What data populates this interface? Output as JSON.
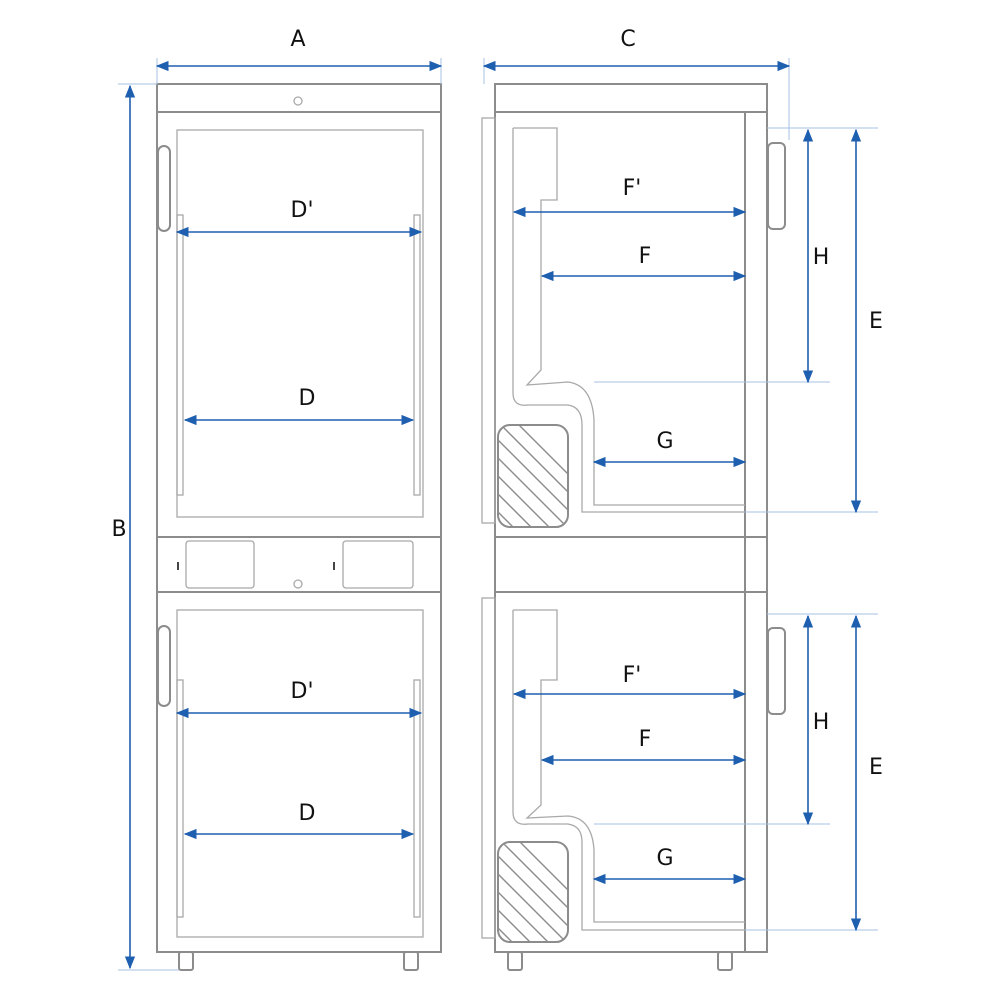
{
  "labels": {
    "A": "A",
    "B": "B",
    "C": "C",
    "D_prime_top": "D'",
    "D_top": "D",
    "D_prime_bottom": "D'",
    "D_bottom": "D",
    "F_prime_top": "F'",
    "F_top": "F",
    "G_top": "G",
    "H_top": "H",
    "E_top": "E",
    "F_prime_bottom": "F'",
    "F_bottom": "F",
    "G_bottom": "G",
    "H_bottom": "H",
    "E_bottom": "E"
  },
  "colors": {
    "dimension": "#1f5fb0",
    "extension": "#a4c2e3",
    "outline": "#8c8c8c",
    "label": "#111111"
  }
}
